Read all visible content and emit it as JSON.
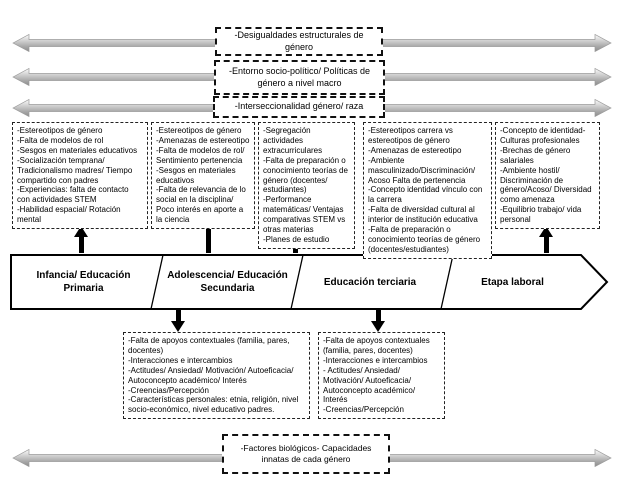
{
  "colors": {
    "background": "#ffffff",
    "line": "#000000",
    "macro_arrow_gray": "#b3b3b3"
  },
  "macro_factors": [
    {
      "label": "-Desigualdades estructurales de género"
    },
    {
      "label": "-Entorno socio-político/ Políticas de género a nivel macro"
    },
    {
      "label": "-Interseccionalidad género/ raza"
    }
  ],
  "stage_factor_boxes": [
    {
      "items": [
        "-Estereotipos de género",
        "-Falta de modelos de rol",
        "-Sesgos en materiales educativos",
        "-Socialización temprana/ Tradicionalismo madres/ Tiempo compartido con padres",
        "-Experiencias: falta de contacto con actividades STEM",
        "-Habilidad espacial/ Rotación mental"
      ]
    },
    {
      "items": [
        "-Estereotipos de género",
        "-Amenazas de estereotipo",
        "-Falta de modelos de rol/ Sentimiento pertenencia",
        "-Sesgos en materiales educativos",
        "-Falta de relevancia de lo social en la disciplina/ Poco interés en aporte a la ciencia"
      ]
    },
    {
      "items": [
        "-Segregación actividades extracurriculares",
        "-Falta de preparación o conocimiento teorías de género (docentes/ estudiantes)",
        "-Performance matemáticas/ Ventajas comparativas STEM vs otras materias",
        "-Planes de estudio"
      ]
    },
    {
      "items": [
        "-Estereotipos carrera vs estereotipos de género",
        "-Amenazas de estereotipo",
        "-Ambiente masculinizado/Discriminación/ Acoso Falta de pertenencia",
        "-Concepto identidad vínculo con la carrera",
        "-Falta de diversidad cultural al interior de institución educativa",
        "-Falta de preparación o conocimiento teorías de género (docentes/estudiantes)"
      ]
    },
    {
      "items": [
        "-Concepto de identidad- Culturas profesionales",
        "-Brechas de género salariales",
        "-Ambiente hostil/ Discriminación de género/Acoso/ Diversidad como amenaza",
        "-Equilibrio trabajo/ vida personal"
      ]
    }
  ],
  "timeline_stages": [
    {
      "label": "Infancia/ Educación Primaria"
    },
    {
      "label": "Adolescencia/ Educación Secundaria"
    },
    {
      "label": "Educación terciaria"
    },
    {
      "label": "Etapa laboral"
    }
  ],
  "support_factor_boxes": [
    {
      "items": [
        "-Falta de apoyos contextuales (familia, pares, docentes)",
        "-Interacciones e intercambios",
        "-Actitudes/ Ansiedad/ Motivación/ Autoeficacia/ Autoconcepto académico/ Interés",
        "-Creencias/Percepción",
        "-Características personales: etnia, religión, nivel socio-económico, nivel educativo padres."
      ]
    },
    {
      "items": [
        "-Falta de apoyos contextuales (familia, pares, docentes)",
        "-Interacciones e intercambios",
        "- Actitudes/ Ansiedad/ Motivación/ Autoeficacia/ Autoconcepto académico/ Interés",
        "-Creencias/Percepción"
      ]
    }
  ],
  "biological_factor": {
    "label": "-Factores biológicos- Capacidades innatas de cada género"
  }
}
